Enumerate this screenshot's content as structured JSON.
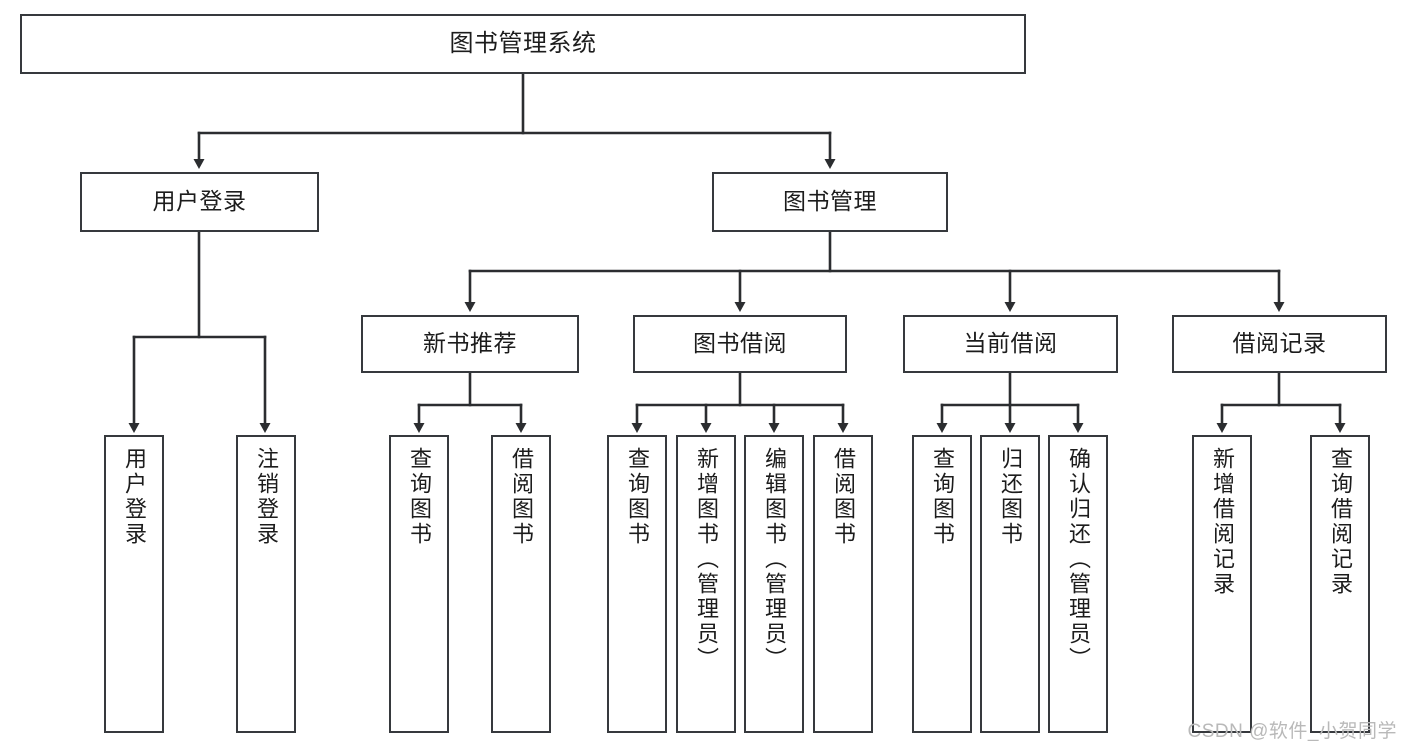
{
  "diagram": {
    "title": "图书管理系统",
    "type": "tree-hierarchy-chart",
    "background_color": "#ffffff",
    "border_color": "#36393d",
    "text_color": "#1c1c1c"
  },
  "nodes": {
    "root": {
      "label": "图书管理系统"
    },
    "level2": [
      {
        "label": "用户登录"
      },
      {
        "label": "图书管理"
      }
    ],
    "level3": [
      {
        "label": "新书推荐"
      },
      {
        "label": "图书借阅"
      },
      {
        "label": "当前借阅"
      },
      {
        "label": "借阅记录"
      }
    ],
    "leaves_user_login": [
      {
        "label": "用户登录"
      },
      {
        "label": "注销登录"
      }
    ],
    "leaves_new_book": [
      {
        "label": "查询图书"
      },
      {
        "label": "借阅图书"
      }
    ],
    "leaves_borrow": [
      {
        "label": "查询图书"
      },
      {
        "label": "新增图书（管理员）"
      },
      {
        "label": "编辑图书（管理员）"
      },
      {
        "label": "借阅图书"
      }
    ],
    "leaves_current": [
      {
        "label": "查询图书"
      },
      {
        "label": "归还图书"
      },
      {
        "label": "确认归还（管理员）"
      }
    ],
    "leaves_records": [
      {
        "label": "新增借阅记录"
      },
      {
        "label": "查询借阅记录"
      }
    ]
  },
  "watermark": {
    "text": "CSDN @软件_小贺同学"
  }
}
